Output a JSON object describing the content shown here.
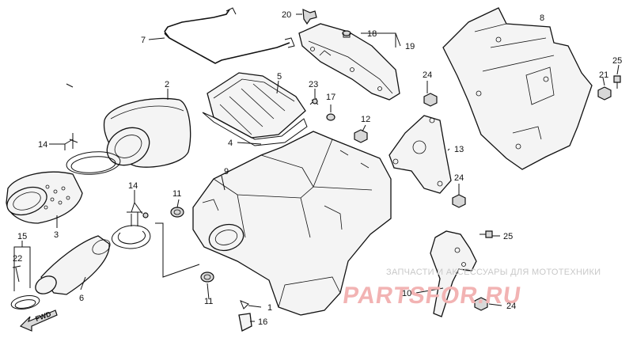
{
  "labels": {
    "p1": "1",
    "p2": "2",
    "p3": "3",
    "p4": "4",
    "p5": "5",
    "p6": "6",
    "p7": "7",
    "p8": "8",
    "p9": "9",
    "p10": "10",
    "p11a": "11",
    "p11b": "11",
    "p12": "12",
    "p13": "13",
    "p14a": "14",
    "p14b": "14",
    "p15": "15",
    "p16": "16",
    "p17": "17",
    "p18": "18",
    "p19": "19",
    "p20": "20",
    "p21": "21",
    "p22": "22",
    "p23": "23",
    "p24a": "24",
    "p24b": "24",
    "p24c": "24",
    "p25a": "25",
    "p25b": "25"
  },
  "direction": {
    "fwd": "FWD"
  },
  "watermark": {
    "caption": "ЗАПЧАСТИ И АКСЕССУАРЫ ДЛЯ МОТОТЕХНИКИ",
    "logo": "PARTSFOR.RU"
  }
}
